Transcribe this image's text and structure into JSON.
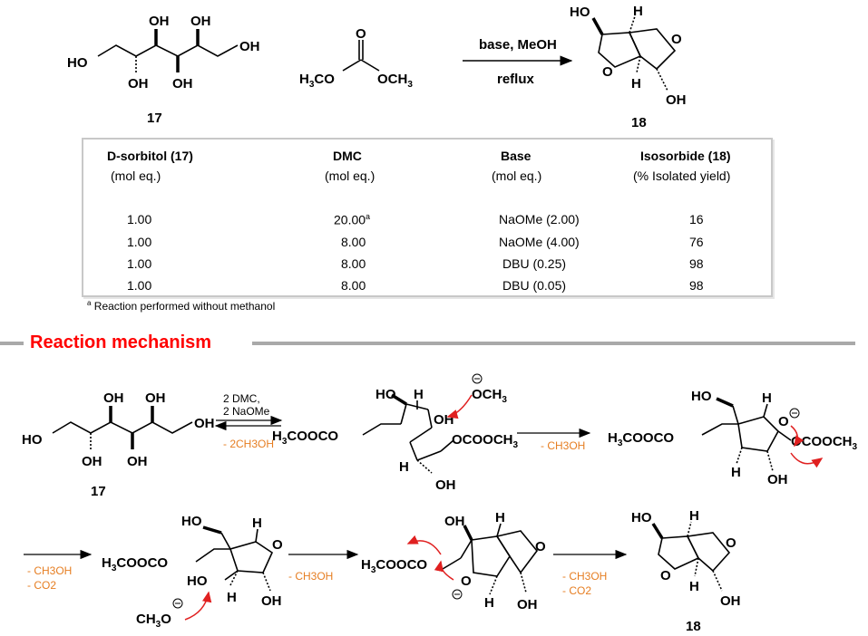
{
  "top": {
    "compound17_label": "17",
    "compound18_label": "18",
    "reagent_above": "base, MeOH",
    "reagent_below": "reflux"
  },
  "table": {
    "headers": [
      "D-sorbitol (17)",
      "DMC",
      "Base",
      "Isosorbide (18)"
    ],
    "units": [
      "(mol eq.)",
      "(mol eq.)",
      "(mol eq.)",
      "(% Isolated yield)"
    ],
    "rows": [
      {
        "sorbitol": "1.00",
        "dmc": "20.00",
        "dmc_note": "a",
        "base": "NaOMe (2.00)",
        "yield": "16"
      },
      {
        "sorbitol": "1.00",
        "dmc": "8.00",
        "dmc_note": "",
        "base": "NaOMe (4.00)",
        "yield": "76"
      },
      {
        "sorbitol": "1.00",
        "dmc": "8.00",
        "dmc_note": "",
        "base": "DBU (0.25)",
        "yield": "98"
      },
      {
        "sorbitol": "1.00",
        "dmc": "8.00",
        "dmc_note": "",
        "base": "DBU (0.05)",
        "yield": "98"
      }
    ],
    "footnote_mark": "a",
    "footnote": " Reaction performed without methanol"
  },
  "mechanism": {
    "title": "Reaction mechanism",
    "step1_reagent_a": "2 DMC,",
    "step1_reagent_b": "2 NaOMe",
    "step1_byproduct": "- 2CH3OH",
    "step2_byproduct": "- CH3OH",
    "step3_byproduct_a": "- CH3OH",
    "step3_byproduct_b": "- CO2",
    "step4_byproduct": "- CH3OH",
    "step5_byproduct_a": "- CH3OH",
    "step5_byproduct_b": "- CO2",
    "start_label": "17",
    "end_label": "18"
  },
  "colors": {
    "title_red": "#ff0000",
    "byproduct_orange": "#e67e22",
    "arrow_red": "#e02020",
    "rule_gray": "#a9a9a9"
  }
}
